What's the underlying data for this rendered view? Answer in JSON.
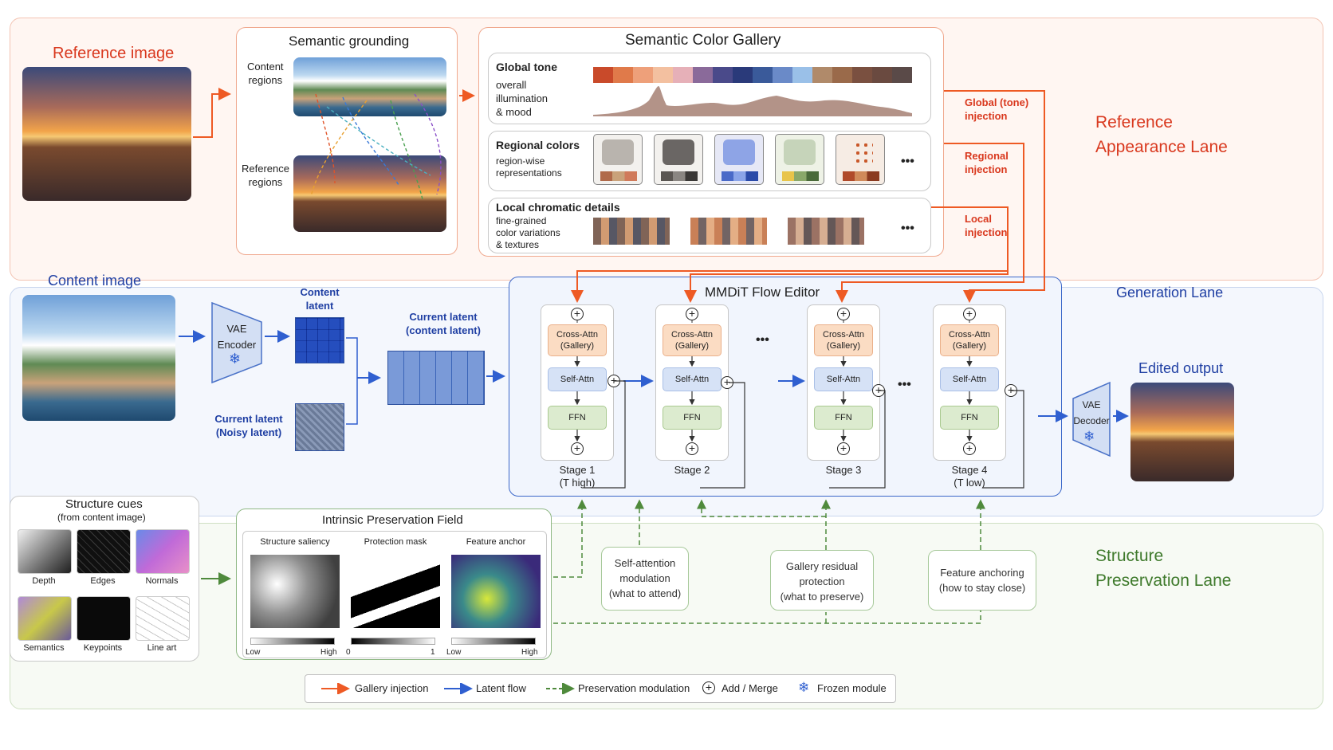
{
  "lanes": {
    "reference": {
      "label_line1": "Reference",
      "label_line2": "Appearance Lane"
    },
    "generation": {
      "label": "Generation Lane"
    },
    "structure": {
      "label_line1": "Structure",
      "label_line2": "Preservation Lane"
    }
  },
  "reference_image": {
    "title": "Reference image"
  },
  "semantic_grounding": {
    "title": "Semantic grounding",
    "content_regions_line1": "Content",
    "content_regions_line2": "regions",
    "reference_regions_line1": "Reference",
    "reference_regions_line2": "regions"
  },
  "gallery": {
    "title": "Semantic Color Gallery",
    "global": {
      "heading": "Global tone",
      "line1": "overall",
      "line2": "illumination",
      "line3": "& mood",
      "palette": [
        "#c94a2a",
        "#e07a4a",
        "#eea07a",
        "#f3c0a0",
        "#e6b0b8",
        "#8a6a9a",
        "#4a4a8a",
        "#2a3a7a",
        "#3a5a9a",
        "#6a8ac8",
        "#9ac0e8",
        "#b08a6a",
        "#9a6a4a",
        "#7a5040",
        "#6a4a40",
        "#5a4a48"
      ]
    },
    "regional": {
      "heading": "Regional colors",
      "line1": "region-wise",
      "line2": "representations",
      "ellipsis": "•••"
    },
    "local": {
      "heading": "Local chromatic details",
      "line1": "fine-grained",
      "line2": "color variations",
      "line3": "& textures",
      "ellipsis": "•••"
    }
  },
  "injections": {
    "global_line1": "Global (tone)",
    "global_line2": "injection",
    "regional_line1": "Regional",
    "regional_line2": "injection",
    "local_line1": "Local",
    "local_line2": "injection"
  },
  "content_image": {
    "title": "Content image"
  },
  "vae_encoder": {
    "line1": "VAE",
    "line2": "Encoder"
  },
  "vae_decoder": {
    "line1": "VAE",
    "line2": "Decoder"
  },
  "latents": {
    "content_line1": "Content",
    "content_line2": "latent",
    "noisy_line1": "Current latent",
    "noisy_line2": "(Noisy latent)",
    "current_line1": "Current latent",
    "current_line2": "(content latent)"
  },
  "editor": {
    "title": "MMDiT Flow Editor",
    "cross_attn_line1": "Cross-Attn",
    "cross_attn_line2": "(Gallery)",
    "self_attn": "Self-Attn",
    "ffn": "FFN",
    "ellipsis": "•••",
    "stages": [
      {
        "line1": "Stage 1",
        "line2": "(T high)"
      },
      {
        "line1": "Stage 2",
        "line2": ""
      },
      {
        "line1": "Stage 3",
        "line2": ""
      },
      {
        "line1": "Stage 4",
        "line2": "(T low)"
      }
    ]
  },
  "edited_output": {
    "title": "Edited output"
  },
  "structure_cues": {
    "title": "Structure cues",
    "subtitle": "(from content image)",
    "items": [
      "Depth",
      "Edges",
      "Normals",
      "Semantics",
      "Keypoints",
      "Line art"
    ]
  },
  "ipf": {
    "title": "Intrinsic Preservation Field",
    "maps": [
      {
        "title": "Structure saliency",
        "low": "Low",
        "high": "High"
      },
      {
        "title": "Protection mask",
        "low": "0",
        "high": "1"
      },
      {
        "title": "Feature anchor",
        "low": "Low",
        "high": "High"
      }
    ]
  },
  "modulations": [
    {
      "line1": "Self-attention",
      "line2": "modulation",
      "line3": "(what to attend)"
    },
    {
      "line1": "Gallery residual",
      "line2": "protection",
      "line3": "(what to preserve)"
    },
    {
      "line1": "Feature anchoring",
      "line2": "(how to stay close)",
      "line3": ""
    }
  ],
  "legend": {
    "gallery_injection": "Gallery injection",
    "latent_flow": "Latent flow",
    "preservation": "Preservation modulation",
    "add_merge": "Add / Merge",
    "frozen": "Frozen module"
  },
  "colors": {
    "orange": "#ee5a24",
    "blue": "#2f5fd0",
    "green": "#4f8a3c"
  }
}
